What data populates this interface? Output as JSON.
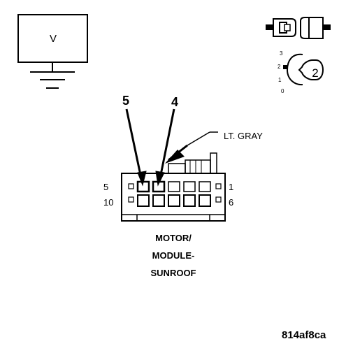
{
  "meter": {
    "symbol": "V"
  },
  "connector": {
    "name_lines": [
      "MOTOR/",
      "MODULE-",
      "SUNROOF"
    ],
    "wire_color_label": "LT. GRAY",
    "pin_labels": {
      "top_left": "5",
      "top_right": "1",
      "bottom_left": "10",
      "bottom_right": "6"
    },
    "probe_pins": [
      "5",
      "4"
    ]
  },
  "ignition": {
    "position_labels": [
      "3",
      "2",
      "1",
      "0"
    ],
    "key_position": "2"
  },
  "figure_id": "814af8ca"
}
